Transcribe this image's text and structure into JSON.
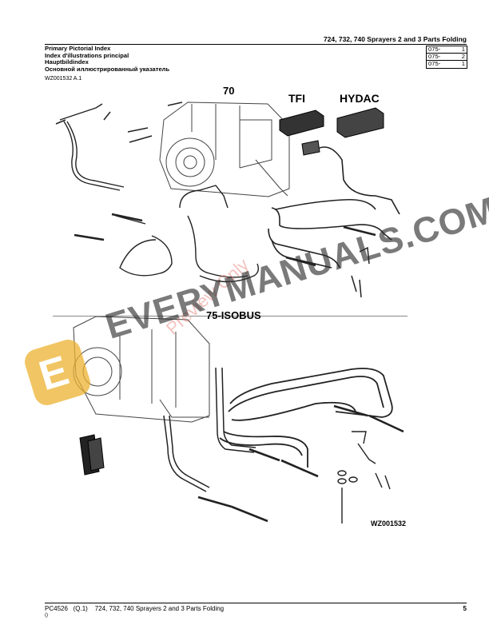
{
  "header": {
    "title": "724, 732, 740 Sprayers 2 and 3 Parts Folding"
  },
  "index": {
    "lines": [
      "Primary Pictorial Index",
      "Index d'illustrations principal",
      "Hauptbildindex",
      "Основной иллюстрированный указатель"
    ],
    "refs": [
      {
        "code": "075-",
        "num": "1"
      },
      {
        "code": "075-",
        "num": "2"
      },
      {
        "code": "075-",
        "num": "1"
      }
    ]
  },
  "figure": {
    "ref": "WZ001532 A.1",
    "label_70": "70",
    "label_tfi": "TFI",
    "label_hydac": "HYDAC",
    "label_isobus": "75-ISOBUS",
    "figure_id": "WZ001532"
  },
  "watermark": {
    "site": "EVERYMANUALS.COM",
    "preview": "Preview Only",
    "logo_letter": "E"
  },
  "footer": {
    "doc": "PC4526   (Q.1)    724, 732, 740 Sprayers 2 and 3 Parts Folding",
    "sub": "()",
    "page": "5"
  }
}
